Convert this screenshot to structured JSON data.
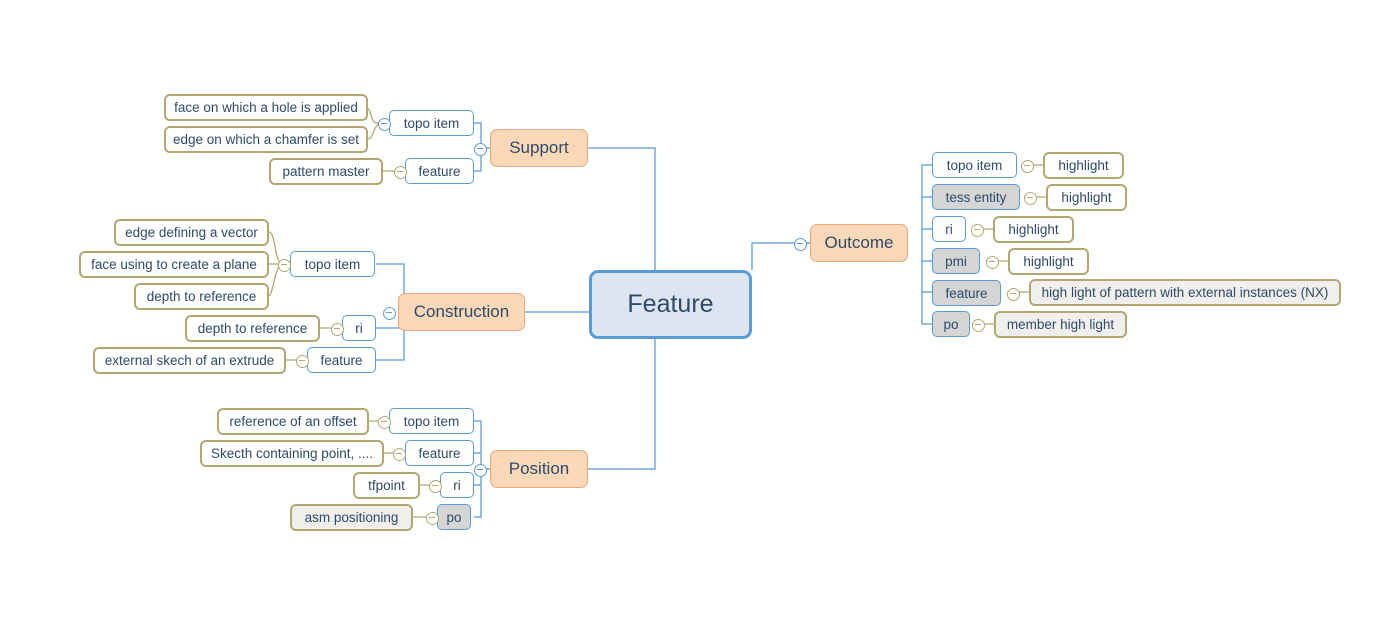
{
  "diagram": {
    "type": "mind-map",
    "root": {
      "label": "Feature"
    },
    "colors": {
      "root_fill": "#dde5f0",
      "root_border": "#5b9bd5",
      "topic_fill": "#fbd8b8",
      "topic_border": "#e8a87c",
      "type_border": "#5b9bd5",
      "leaf_border": "#b3a771",
      "grey_fill": "#d5d5d5",
      "text": "#2e4a6b"
    },
    "branches": [
      {
        "label": "Support",
        "groups": [
          {
            "type": "topo item",
            "type_grey": false,
            "leaves": [
              {
                "text": "face on which a hole is applied",
                "grey": false
              },
              {
                "text": "edge on which a chamfer is set",
                "grey": false
              }
            ]
          },
          {
            "type": "feature",
            "type_grey": false,
            "leaves": [
              {
                "text": "pattern master",
                "grey": false
              }
            ]
          }
        ]
      },
      {
        "label": "Construction",
        "groups": [
          {
            "type": "topo item",
            "type_grey": false,
            "leaves": [
              {
                "text": "edge defining a vector",
                "grey": false
              },
              {
                "text": "face using to create a plane",
                "grey": false
              },
              {
                "text": "depth to reference",
                "grey": false
              }
            ]
          },
          {
            "type": "ri",
            "type_grey": false,
            "leaves": [
              {
                "text": "depth to reference",
                "grey": false
              }
            ]
          },
          {
            "type": "feature",
            "type_grey": false,
            "leaves": [
              {
                "text": "external skech of an extrude",
                "grey": false
              }
            ]
          }
        ]
      },
      {
        "label": "Position",
        "groups": [
          {
            "type": "topo item",
            "type_grey": false,
            "leaves": [
              {
                "text": "reference of an offset",
                "grey": false
              }
            ]
          },
          {
            "type": "feature",
            "type_grey": false,
            "leaves": [
              {
                "text": "Skecth containing point, ....",
                "grey": false
              }
            ]
          },
          {
            "type": "ri",
            "type_grey": false,
            "leaves": [
              {
                "text": "tfpoint",
                "grey": false
              }
            ]
          },
          {
            "type": "po",
            "type_grey": true,
            "leaves": [
              {
                "text": "asm positioning",
                "grey": true
              }
            ]
          }
        ]
      },
      {
        "label": "Outcome",
        "groups": [
          {
            "type": "topo item",
            "type_grey": false,
            "leaves": [
              {
                "text": "highlight",
                "grey": false
              }
            ]
          },
          {
            "type": "tess entity",
            "type_grey": true,
            "leaves": [
              {
                "text": "highlight",
                "grey": false
              }
            ]
          },
          {
            "type": "ri",
            "type_grey": false,
            "leaves": [
              {
                "text": "highlight",
                "grey": false
              }
            ]
          },
          {
            "type": "pmi",
            "type_grey": true,
            "leaves": [
              {
                "text": "highlight",
                "grey": false
              }
            ]
          },
          {
            "type": "feature",
            "type_grey": true,
            "leaves": [
              {
                "text": "high light of pattern with external instances (NX)",
                "grey": true
              }
            ]
          },
          {
            "type": "po",
            "type_grey": true,
            "leaves": [
              {
                "text": "member high light",
                "grey": true
              }
            ]
          }
        ]
      }
    ]
  }
}
